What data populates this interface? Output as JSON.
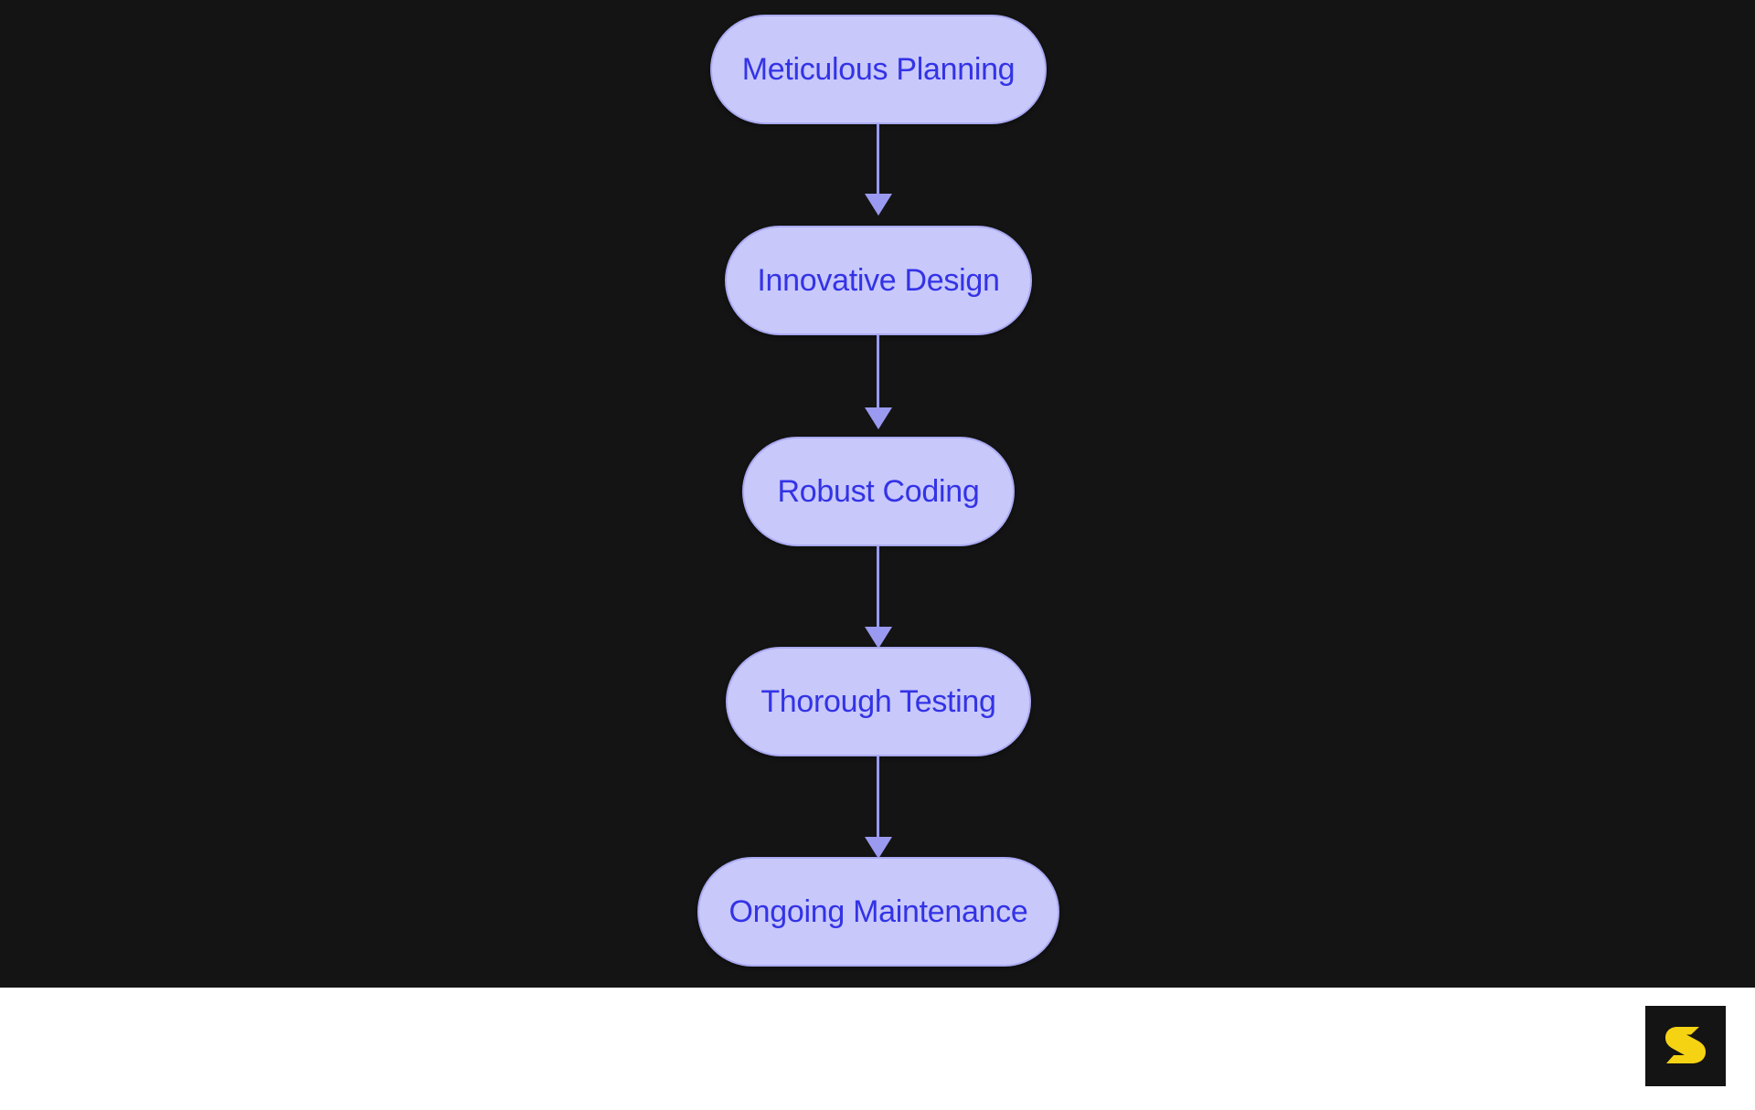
{
  "page": {
    "background": "#ffffff",
    "stage_background": "#141414"
  },
  "chart_data": {
    "type": "diagram",
    "diagram_type": "flowchart",
    "orientation": "top-to-bottom",
    "title": "",
    "node_fill": "#c8c8fb",
    "node_border": "#aaaaf2",
    "node_text_color": "#3333e6",
    "edge_color": "#9a9af0",
    "nodes": [
      {
        "id": "n1",
        "label": "Meticulous Planning"
      },
      {
        "id": "n2",
        "label": "Innovative Design"
      },
      {
        "id": "n3",
        "label": "Robust Coding"
      },
      {
        "id": "n4",
        "label": "Thorough Testing"
      },
      {
        "id": "n5",
        "label": "Ongoing Maintenance"
      }
    ],
    "edges": [
      {
        "from": "n1",
        "to": "n2",
        "label": "",
        "arrow": "down"
      },
      {
        "from": "n2",
        "to": "n3",
        "label": "",
        "arrow": "down"
      },
      {
        "from": "n3",
        "to": "n4",
        "label": "",
        "arrow": "down"
      },
      {
        "from": "n4",
        "to": "n5",
        "label": "",
        "arrow": "down"
      }
    ]
  },
  "footer": {
    "logo": {
      "name": "s-logo",
      "glyph": "S",
      "color": "#f5d312",
      "background": "#141414"
    }
  }
}
